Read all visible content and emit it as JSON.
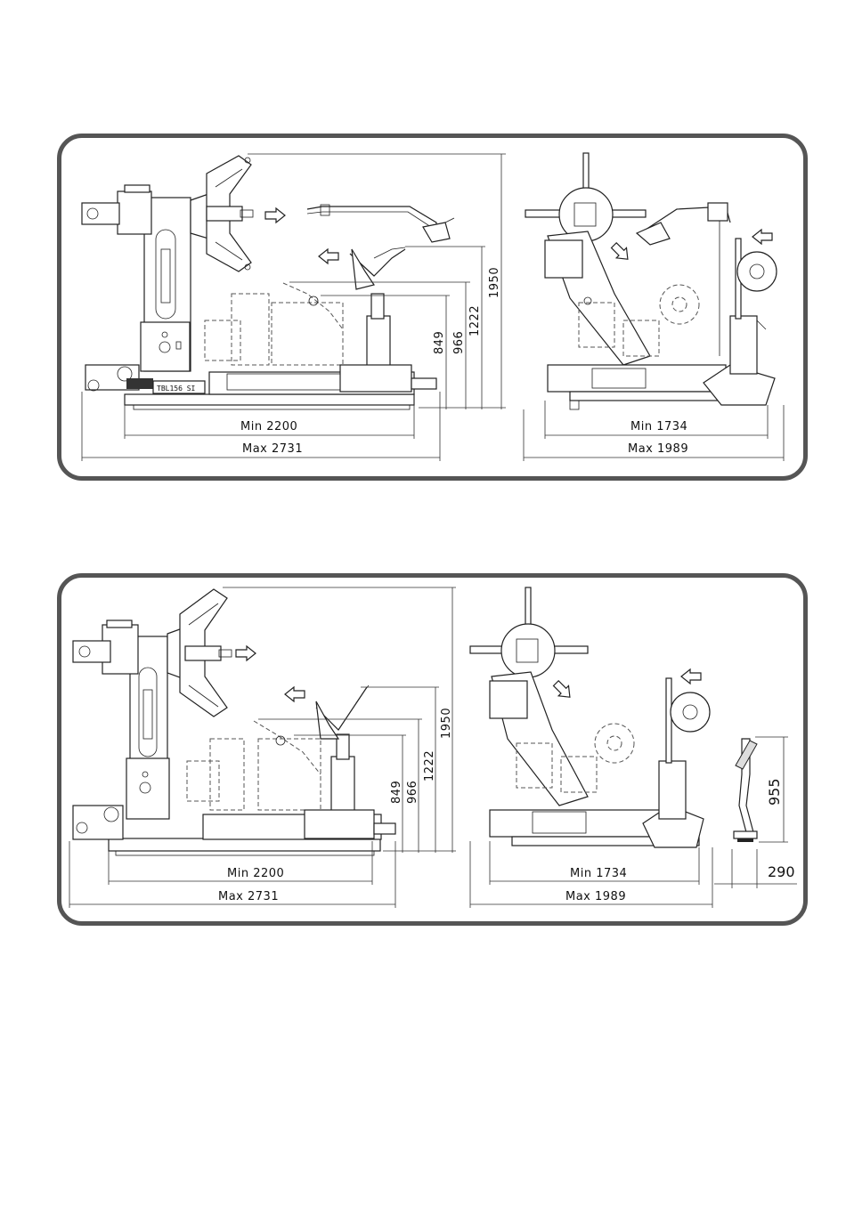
{
  "panel1": {
    "side_view": {
      "min_label": "Min  2200",
      "max_label": "Max  2731",
      "height_849": "849",
      "height_966": "966",
      "height_1222": "1222",
      "height_1950": "1950",
      "model_label": "TBL156 SI"
    },
    "front_view": {
      "min_label": "Min  1734",
      "max_label": "Max  1989"
    }
  },
  "panel2": {
    "side_view": {
      "min_label": "Min  2200",
      "max_label": "Max  2731",
      "height_849": "849",
      "height_966": "966",
      "height_1222": "1222",
      "height_1950": "1950"
    },
    "front_view": {
      "min_label": "Min  1734",
      "max_label": "Max  1989"
    },
    "pedal_view": {
      "height_955": "955",
      "width_290": "290"
    }
  }
}
